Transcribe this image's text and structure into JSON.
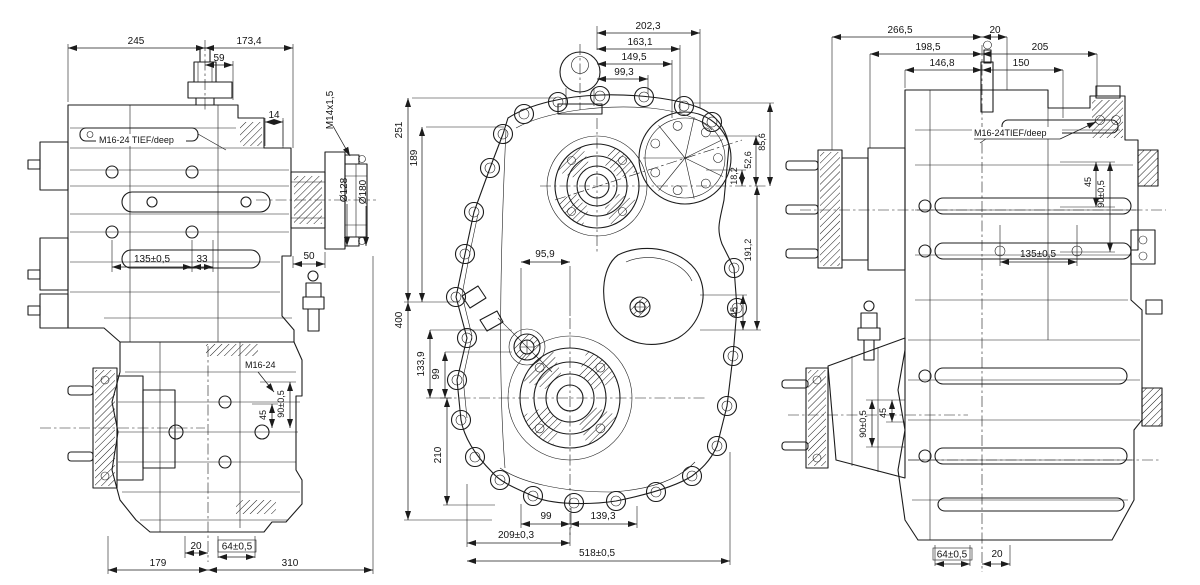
{
  "drawing": {
    "ink": "#1c1c1c",
    "paper": "#ffffff"
  },
  "views": {
    "left": {
      "dims": {
        "d245": "245",
        "d173_4": "173,4",
        "d59": "59",
        "d14": "14",
        "m14": "M14x1,5",
        "dia128": "Ø128",
        "dia180": "Ø180",
        "d50": "50",
        "d135": "135±0,5",
        "d33": "33",
        "tief": "M16-24 TIEF/deep",
        "m16": "M16-24",
        "d45": "45",
        "d90": "90±0,5",
        "d20": "20",
        "d64": "64±0,5",
        "d179": "179",
        "d310": "310"
      }
    },
    "front": {
      "dims": {
        "d202_3": "202,3",
        "d163_1": "163,1",
        "d149_5": "149,5",
        "d99_3": "99,3",
        "d251": "251",
        "d189": "189",
        "d400": "400",
        "d133_9": "133,9",
        "d99v": "99",
        "d210": "210",
        "d95_9": "95,9",
        "d18_2": "18,2",
        "d52_6": "52,6",
        "d85_6": "85,6",
        "d191_2": "191,2",
        "d45": "45",
        "d99": "99",
        "d139_3": "139,3",
        "d209": "209±0,3",
        "d518": "518±0,5"
      }
    },
    "right": {
      "dims": {
        "d266_5": "266,5",
        "d20t": "20",
        "d198_5": "198,5",
        "d205": "205",
        "d146_8": "146,8",
        "d150": "150",
        "tief": "M16-24TIEF/deep",
        "d45r": "45",
        "d90r": "90±0,5",
        "d135": "135±0,5",
        "d90l": "90±0,5",
        "d45l": "45",
        "d64": "64±0,5",
        "d20b": "20"
      }
    }
  }
}
